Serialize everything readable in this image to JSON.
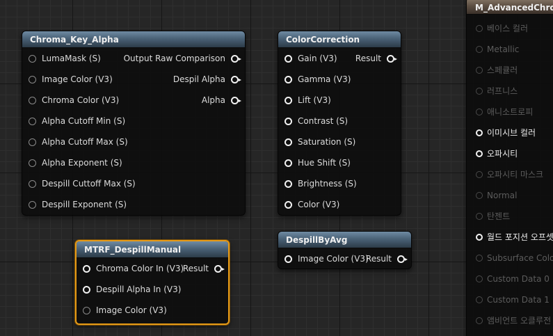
{
  "nodes": {
    "chroma_key_alpha": {
      "title": "Chroma_Key_Alpha",
      "inputs": [
        "LumaMask (S)",
        "Image Color (V3)",
        "Chroma Color (V3)",
        "Alpha Cutoff Min (S)",
        "Alpha Cutoff Max (S)",
        "Alpha Exponent (S)",
        "Despill Cuttoff Max (S)",
        "Despill Exponent (S)"
      ],
      "outputs": [
        "Output Raw Comparison",
        "Despil Alpha",
        "Alpha"
      ]
    },
    "color_correction": {
      "title": "ColorCorrection",
      "inputs": [
        "Gain (V3)",
        "Gamma (V3)",
        "Lift (V3)",
        "Contrast (S)",
        "Saturation (S)",
        "Hue Shift (S)",
        "Brightness (S)",
        "Color (V3)"
      ],
      "outputs": [
        "Result"
      ]
    },
    "despill_by_avg": {
      "title": "DespillByAvg",
      "inputs": [
        "Image Color (V3)"
      ],
      "outputs": [
        "Result"
      ]
    },
    "mtrf_despill_manual": {
      "title": "MTRF_DespillManual",
      "inputs": [
        "Chroma Color In (V3)",
        "Despill Alpha In (V3)",
        "Image Color (V3)"
      ],
      "outputs": [
        "Result"
      ]
    }
  },
  "material_result": {
    "title": "M_AdvancedChrom",
    "pins": [
      {
        "label": "베이스 컬러",
        "enabled": false
      },
      {
        "label": "Metallic",
        "enabled": false
      },
      {
        "label": "스페큘러",
        "enabled": false
      },
      {
        "label": "러프니스",
        "enabled": false
      },
      {
        "label": "애니소트로피",
        "enabled": false
      },
      {
        "label": "이미시브 컬러",
        "enabled": true
      },
      {
        "label": "오파시티",
        "enabled": true
      },
      {
        "label": "오파시티 마스크",
        "enabled": false
      },
      {
        "label": "Normal",
        "enabled": false
      },
      {
        "label": "탄젠트",
        "enabled": false
      },
      {
        "label": "월드 포지션 오프셋",
        "enabled": true
      },
      {
        "label": "Subsurface Color",
        "enabled": false
      },
      {
        "label": "Custom Data 0",
        "enabled": false
      },
      {
        "label": "Custom Data 1",
        "enabled": false
      },
      {
        "label": "앰비언트 오클루전",
        "enabled": false
      }
    ]
  },
  "colors": {
    "node_header": "#4a6277",
    "result_header": "#5d4f43",
    "selection": "#e59a17",
    "grid_bg": "#262626"
  }
}
